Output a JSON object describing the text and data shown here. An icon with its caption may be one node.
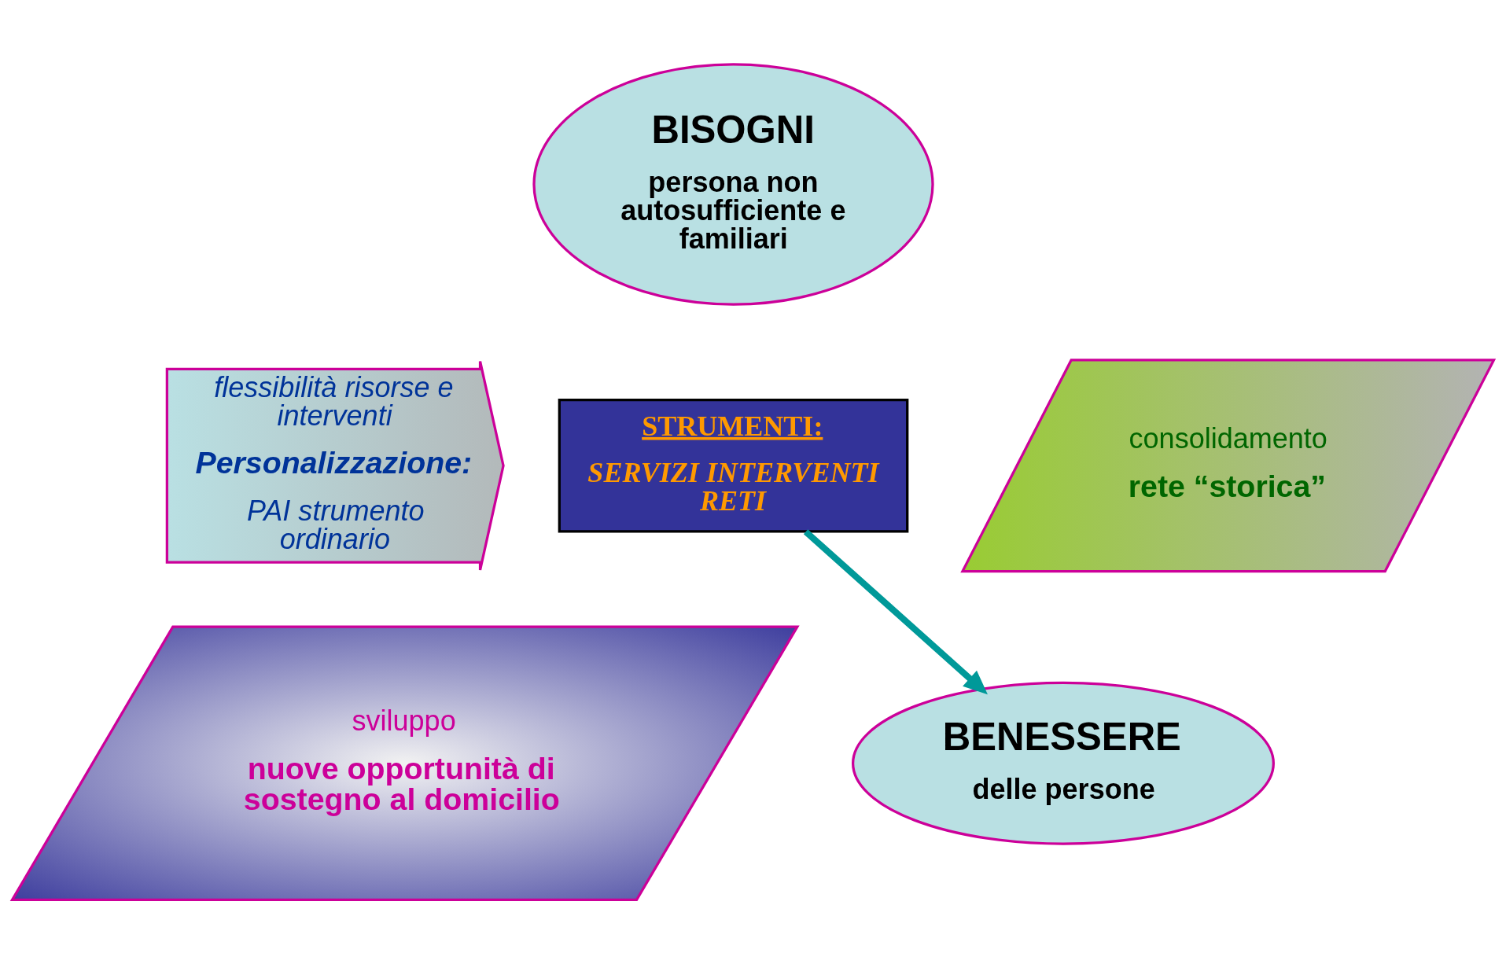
{
  "diagram": {
    "nodes": [
      {
        "text": [
          "flessibilità risorse e interventi",
          "Personalizzazione:",
          "PAI strumento ordinario"
        ]
      },
      {
        "text": [
          "BISOGNI",
          "persona non autosufficiente e familiari"
        ]
      },
      {
        "text": [
          "STRUMENTI:",
          "SERVIZI INTERVENTI RETI"
        ]
      },
      {
        "text": [
          "consolidamento",
          "rete “storica”"
        ]
      },
      {
        "text": [
          "sviluppo",
          "nuove opportunità di sostegno al domicilio"
        ]
      },
      {
        "text": [
          "BENESSERE",
          "delle persone"
        ]
      }
    ],
    "edges": [
      {
        "from": 2,
        "to": 5,
        "arrow": "to",
        "color": "#009999"
      }
    ]
  }
}
